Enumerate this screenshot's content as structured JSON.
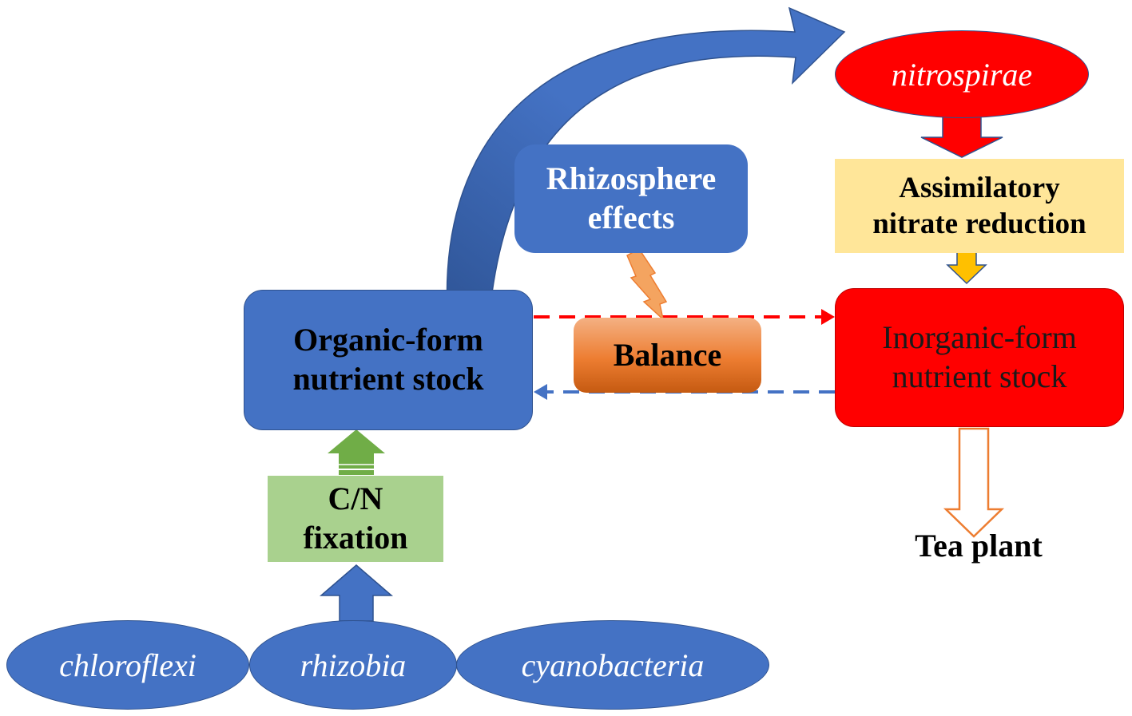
{
  "nodes": {
    "organic": [
      "Organic-form",
      "nutrient stock"
    ],
    "inorganic": [
      "Inorganic-form",
      "nutrient stock"
    ],
    "rhizosphere": [
      "Rhizosphere",
      "effects"
    ],
    "assimilatory": [
      "Assimilatory",
      "nitrate reduction"
    ],
    "cn_fixation": [
      "C/N",
      "fixation"
    ],
    "balance": "Balance",
    "tea_plant": "Tea plant"
  },
  "microbes": {
    "chloroflexi": "chloroflexi",
    "rhizobia": "rhizobia",
    "cyanobacteria": "cyanobacteria",
    "nitrospirae": "nitrospirae"
  },
  "colors": {
    "blue": "#4472c4",
    "red": "#ff0000",
    "yellow_box": "#ffe699",
    "green_box": "#a9d18e",
    "green_arrow": "#70ad47",
    "orange_arrow": "#ed7d31",
    "gold_arrow": "#ffc000"
  }
}
